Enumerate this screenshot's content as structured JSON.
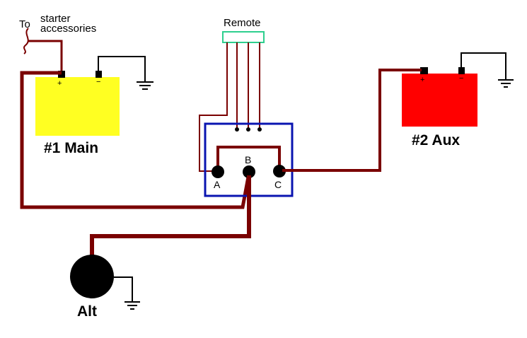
{
  "colors": {
    "wire": "#7a0000",
    "main_battery": "#ffff22",
    "aux_battery": "#ff0000",
    "switch_box": "#0a14b0",
    "remote_box": "#2ecf8e",
    "terminal": "#000000",
    "ground": "#000000"
  },
  "labels": {
    "to": "To",
    "starter_accessories_line1": "starter",
    "starter_accessories_line2": "accessories",
    "remote": "Remote",
    "main_battery": "#1 Main",
    "aux_battery": "#2 Aux",
    "alternator": "Alt",
    "terminal_a": "A",
    "terminal_b": "B",
    "terminal_c": "C",
    "main_plus": "+",
    "main_minus": "−",
    "aux_plus": "+",
    "aux_minus": "−"
  },
  "icons": [
    "ground-symbol",
    "battery",
    "alternator",
    "switch-box",
    "remote-connector"
  ]
}
